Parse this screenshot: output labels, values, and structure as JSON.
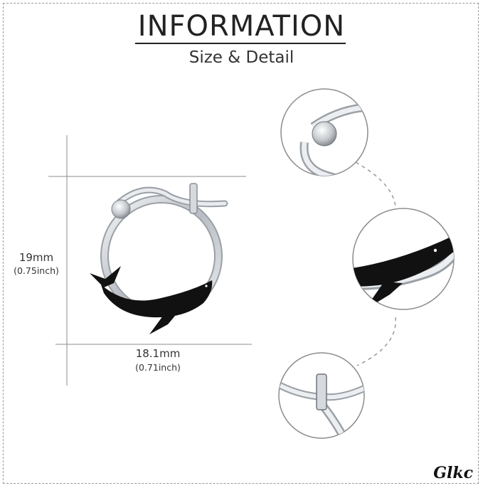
{
  "header": {
    "title": "INFORMATION",
    "subtitle": "Size & Detail"
  },
  "dimensions": {
    "height_mm": "19mm",
    "height_inch": "(0.75inch)",
    "width_mm": "18.1mm",
    "width_inch": "(0.71inch)"
  },
  "brand": {
    "name": "Glkc"
  },
  "colors": {
    "silver": "#c9cdd2",
    "enamel": "#111111",
    "guide": "#8c8c8c"
  }
}
